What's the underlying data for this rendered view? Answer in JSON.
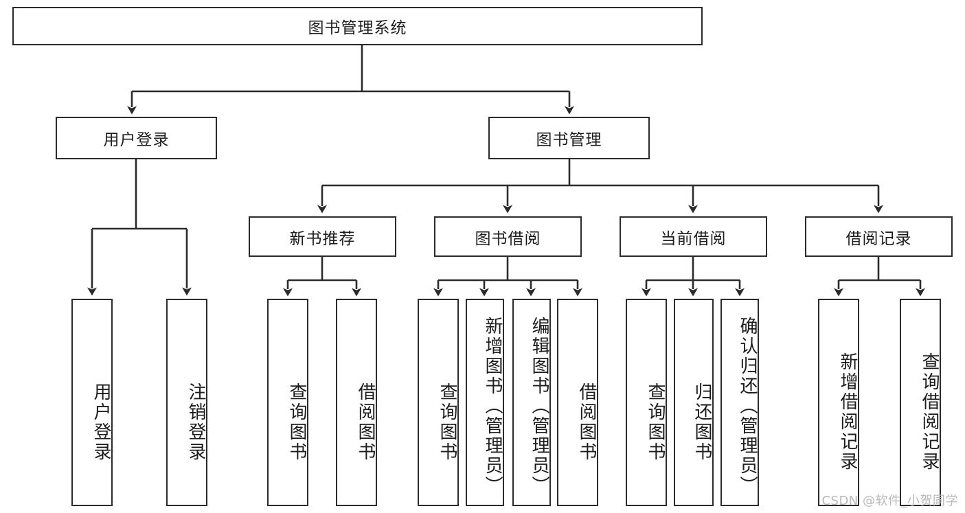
{
  "diagram": {
    "title": "图书管理系统",
    "type": "hierarchy-tree",
    "root": {
      "label": "图书管理系统"
    },
    "level2": [
      {
        "label": "用户登录"
      },
      {
        "label": "图书管理"
      }
    ],
    "level3": [
      {
        "label": "新书推荐"
      },
      {
        "label": "图书借阅"
      },
      {
        "label": "当前借阅"
      },
      {
        "label": "借阅记录"
      }
    ],
    "leaves": {
      "user_login": [
        {
          "label": "用户登录"
        },
        {
          "label": "注销登录"
        }
      ],
      "new_book_recommend": [
        {
          "label": "查询图书"
        },
        {
          "label": "借阅图书"
        }
      ],
      "book_borrow": [
        {
          "label": "查询图书"
        },
        {
          "label": "新增图书（管理员）"
        },
        {
          "label": "编辑图书（管理员）"
        },
        {
          "label": "借阅图书"
        }
      ],
      "current_borrow": [
        {
          "label": "查询图书"
        },
        {
          "label": "归还图书"
        },
        {
          "label": "确认归还（管理员）"
        }
      ],
      "borrow_record": [
        {
          "label": "新增借阅记录"
        },
        {
          "label": "查询借阅记录"
        }
      ]
    },
    "watermark": "CSDN @软件_小贺同学",
    "colors": {
      "stroke": "#2b2b2b",
      "fill": "#ffffff",
      "text": "#1c1c1c",
      "watermark": "#b9b9b9"
    }
  }
}
